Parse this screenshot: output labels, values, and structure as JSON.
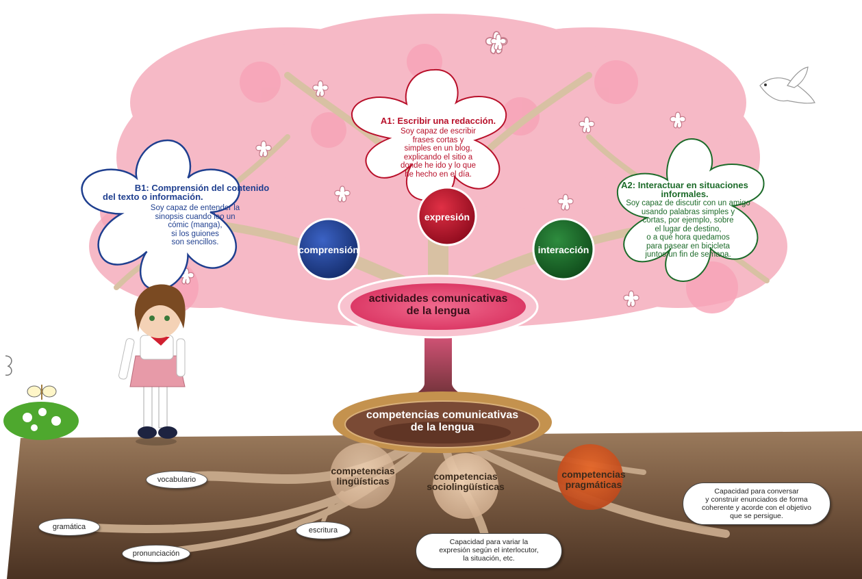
{
  "center": {
    "activities_line1": "actividades comunicativas",
    "activities_line2": "de la lengua",
    "competences_line1": "competencias comunicativas",
    "competences_line2": "de la lengua"
  },
  "branches": {
    "comprension": "comprensión",
    "expresion": "expresión",
    "interaccion": "interacción"
  },
  "flowers": {
    "b1": {
      "title_line1": "B1: Comprensión del contenido",
      "title_line2": "del texto o información.",
      "body": [
        "Soy capaz de entender la",
        "sinopsis cuando leo un",
        "cómic (manga),",
        "si los guiones",
        "son sencillos."
      ]
    },
    "a1": {
      "title": "A1: Escribir una redacción.",
      "body": [
        "Soy capaz de escribir",
        "frases cortas y",
        "simples en un blog,",
        "explicando el sitio a",
        "donde he ido y lo que",
        "he hecho en el día."
      ]
    },
    "a2": {
      "title_line1": "A2: Interactuar en situaciones",
      "title_line2": "informales.",
      "body": [
        "Soy capaz de discutir con un amigo",
        "usando palabras simples y",
        "cortas, por ejemplo, sobre",
        "el lugar de destino,",
        "o a qué hora quedamos",
        "para pasear en bicicleta",
        "juntos un fin de semana."
      ]
    }
  },
  "roots": {
    "linguisticas": [
      "competencias",
      "lingüísticas"
    ],
    "sociolinguisticas": [
      "competencias",
      "sociolingüísticas"
    ],
    "pragmaticas": [
      "competencias",
      "pragmáticas"
    ]
  },
  "root_bubbles": {
    "vocabulario": "vocabulario",
    "gramatica": "gramática",
    "pronunciacion": "pronunciación",
    "escritura": "escritura",
    "socio_desc": [
      "Capacidad para variar la",
      "expresión según el interlocutor,",
      "la situación, etc."
    ],
    "prag_desc": [
      "Capacidad para conversar",
      "y construir enunciados de forma",
      "coherente y acorde con el objetivo",
      "que se persigue."
    ]
  },
  "colors": {
    "comprension": "#1f3f8f",
    "expresion": "#b8102a",
    "interaccion": "#1d6b2a",
    "blossom": "#f6b9c6",
    "soil": "#6b4f3a"
  }
}
